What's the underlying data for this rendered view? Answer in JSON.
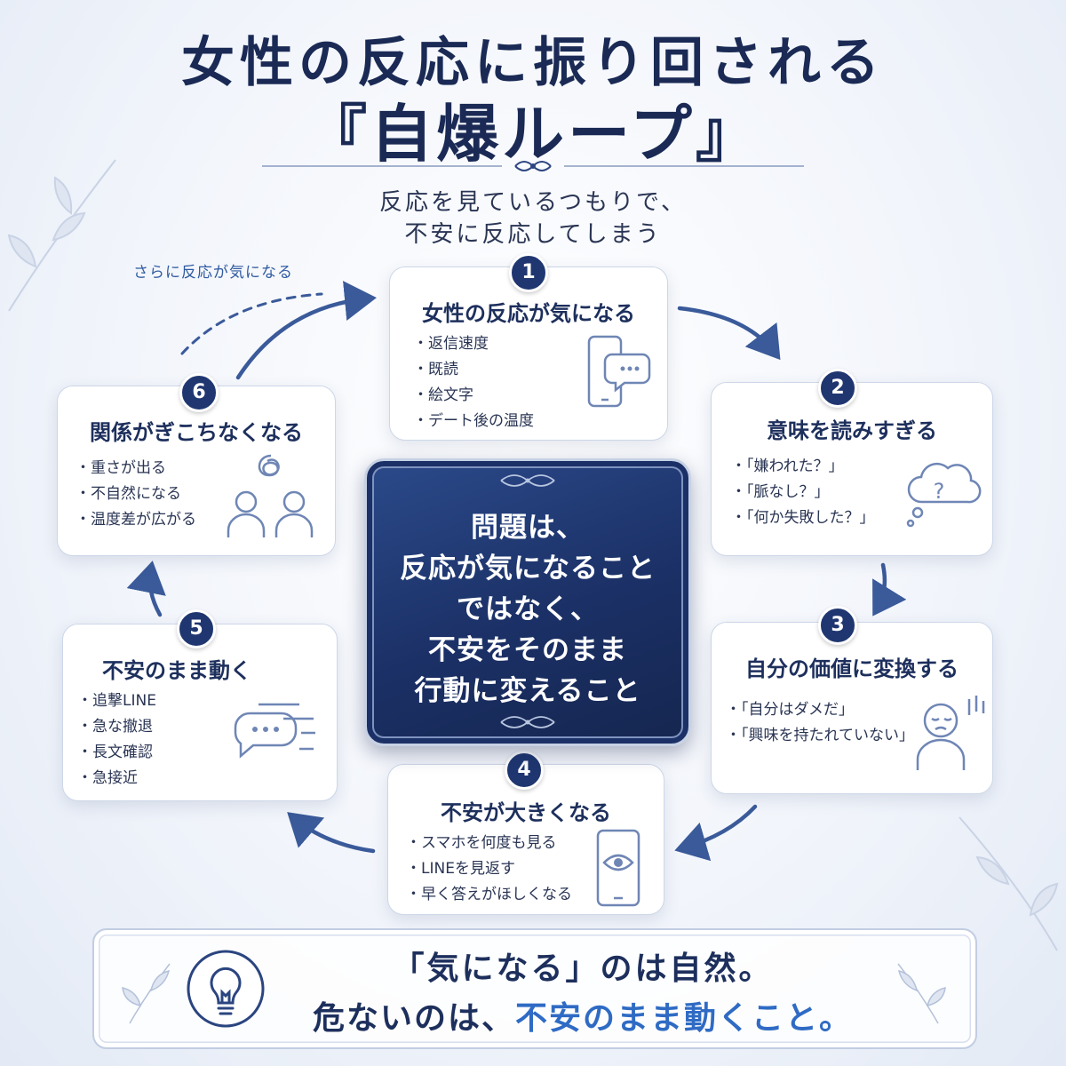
{
  "title": {
    "line1": "女性の反応に振り回される",
    "line2": "『自爆ループ』"
  },
  "subtitle": {
    "line1": "反応を見ているつもりで、",
    "line2": "不安に反応してしまう"
  },
  "loop_label": "さらに反応が気になる",
  "steps": [
    {
      "num": "1",
      "title": "女性の反応が気になる",
      "items": [
        "返信速度",
        "既読",
        "絵文字",
        "デート後の温度"
      ],
      "icon": "smartphone-chat-icon"
    },
    {
      "num": "2",
      "title": "意味を読みすぎる",
      "items": [
        "「嫌われた？」",
        "「脈なし？」",
        "「何か失敗した？」"
      ],
      "icon": "thought-bubble-question-icon"
    },
    {
      "num": "3",
      "title": "自分の価値に変換する",
      "items": [
        "「自分はダメだ」",
        "「興味を持たれていない」"
      ],
      "icon": "sad-person-icon"
    },
    {
      "num": "4",
      "title": "不安が大きくなる",
      "items": [
        "スマホを何度も見る",
        "LINEを見返す",
        "早く答えがほしくなる"
      ],
      "icon": "smartphone-eye-icon"
    },
    {
      "num": "5",
      "title": "不安のまま動く",
      "items": [
        "追撃LINE",
        "急な撤退",
        "長文確認",
        "急接近"
      ],
      "icon": "speech-bubble-icon"
    },
    {
      "num": "6",
      "title": "関係がぎこちなくなる",
      "items": [
        "重さが出る",
        "不自然になる",
        "温度差が広がる"
      ],
      "icon": "two-people-tangle-icon"
    }
  ],
  "center": {
    "lines": [
      "問題は、",
      "反応が気になること",
      "ではなく、",
      "不安をそのまま",
      "行動に変えること"
    ]
  },
  "bottom": {
    "line1": "「気になる」のは自然。",
    "line2_prefix": "危ないのは、",
    "line2_highlight": "不安のまま動くこと。",
    "icon": "lightbulb-icon"
  },
  "colors": {
    "navy": "#1d2f5c",
    "accent_blue": "#2f6bc4",
    "badge": "#1f3670"
  }
}
